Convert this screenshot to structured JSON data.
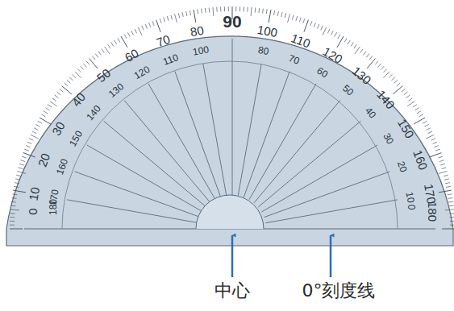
{
  "diagram": {
    "labels": [
      "0",
      "10",
      "20",
      "30",
      "40",
      "50",
      "60",
      "70",
      "80",
      "90",
      "100",
      "110",
      "120",
      "130",
      "140",
      "150",
      "160",
      "170",
      "180",
      "180",
      "170",
      "160",
      "150",
      "140",
      "130",
      "120",
      "110",
      "100",
      "80",
      "70",
      "60",
      "50",
      "40",
      "30",
      "20",
      "10",
      "0",
      "中心",
      "0°刻度线"
    ]
  }
}
